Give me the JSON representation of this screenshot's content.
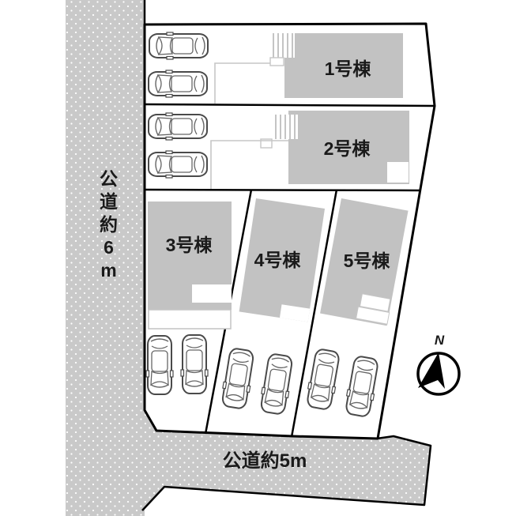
{
  "buildings": [
    {
      "label": "1号棟"
    },
    {
      "label": "2号棟"
    },
    {
      "label": "3号棟"
    },
    {
      "label": "4号棟"
    },
    {
      "label": "5号棟"
    }
  ],
  "roads": {
    "left": {
      "label": "公道約6m"
    },
    "bottom": {
      "label": "公道約5m"
    }
  },
  "compass": {
    "north_label": "N"
  },
  "icons": {
    "car": "car-top-view",
    "stairs": "entrance-stairs",
    "compass": "north-arrow-compass"
  },
  "colors": {
    "road_fill": "#c9c9c9",
    "building_fill": "#c2c2c2",
    "boundary": "#000000",
    "approach_outline": "#c6c6c6",
    "background": "#ffffff"
  }
}
